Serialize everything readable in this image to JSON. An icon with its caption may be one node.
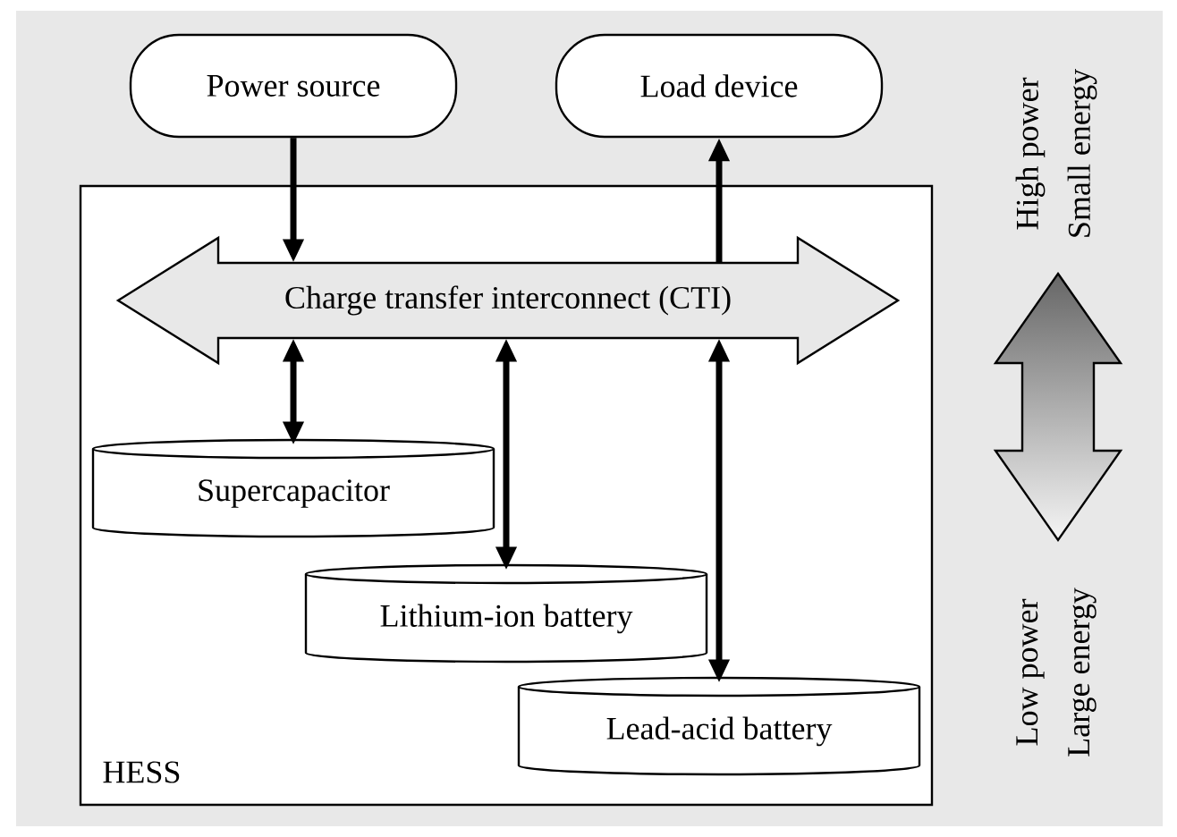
{
  "diagram": {
    "nodes": [
      {
        "text": [
          "HESS"
        ]
      },
      {
        "text": [
          "Power source"
        ]
      },
      {
        "text": [
          "Load device"
        ]
      },
      {
        "text": [
          "Charge transfer interconnect (CTI)"
        ],
        "in": 0
      },
      {
        "text": [
          "Supercapacitor"
        ],
        "in": 0
      },
      {
        "text": [
          "Lithium-ion battery"
        ],
        "in": 0
      },
      {
        "text": [
          "Lead-acid battery"
        ],
        "in": 0
      }
    ],
    "edges": [
      {
        "from": 1,
        "to": 3,
        "arrow": "to"
      },
      {
        "from": 3,
        "to": 2,
        "arrow": "to"
      },
      {
        "from": 3,
        "to": 4,
        "arrow": "both"
      },
      {
        "from": 3,
        "to": 5,
        "arrow": "both"
      },
      {
        "from": 3,
        "to": 6,
        "arrow": "both"
      }
    ],
    "labels": [
      "High power",
      "Small energy",
      "Low power",
      "Large energy"
    ]
  }
}
